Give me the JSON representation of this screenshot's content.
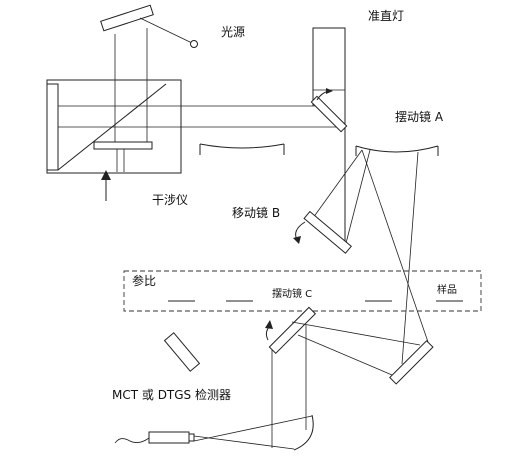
{
  "labels": {
    "light_source": "光源",
    "collimator": "准直灯",
    "swing_mirror_a": "摆动镜 A",
    "interferometer": "干涉仪",
    "moving_mirror_b": "移动镜 B",
    "reference": "参比",
    "swing_mirror_c": "摆动镜 C",
    "sample": "样品",
    "detector": "MCT 或 DTGS 检测器"
  }
}
